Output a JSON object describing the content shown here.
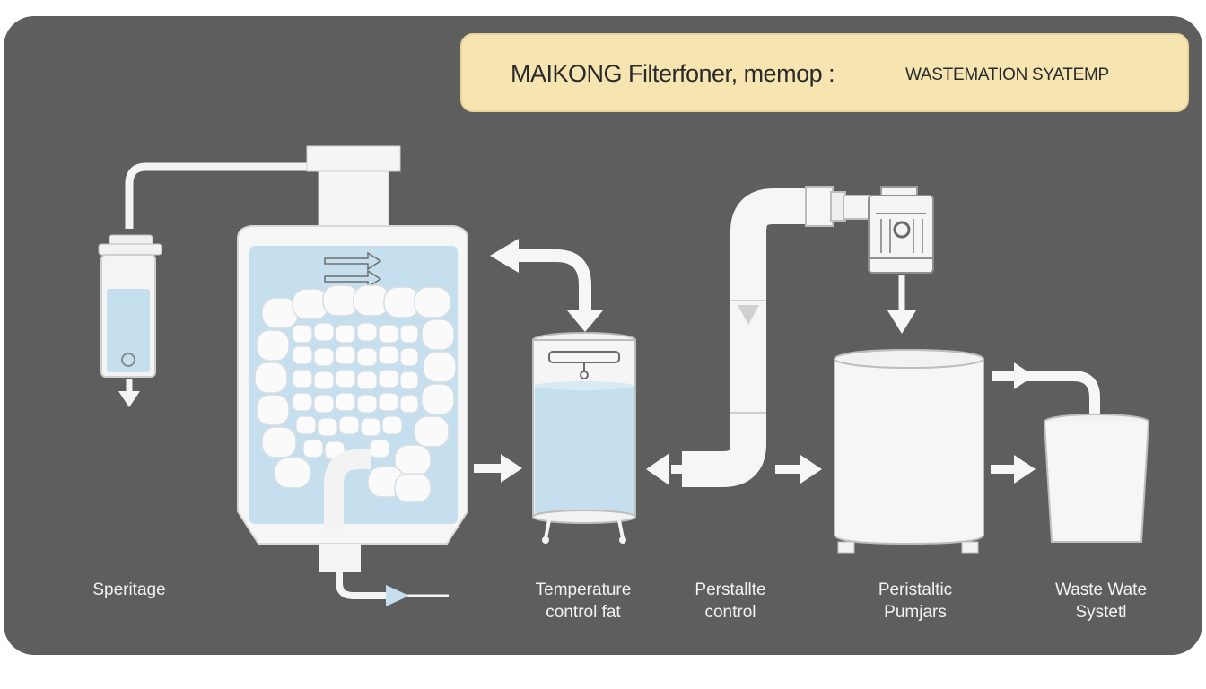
{
  "title": {
    "main": "MAIKONG Filterfoner, memop :",
    "sub": "WASTEMATION SYATEMP"
  },
  "labels": {
    "stage1": "Speritage",
    "stage2_line1": "Temperature",
    "stage2_line2": "control fat",
    "stage3_line1": "Perstallte",
    "stage3_line2": "control",
    "stage4_line1": "Peristaltic",
    "stage4_line2": "Pumjars",
    "stage5_line1": "Waste Wate",
    "stage5_line2": "Systetl"
  },
  "colors": {
    "background": "#5f5e5f",
    "title_fill": "#f6e4b1",
    "component": "#f7f7f7",
    "liquid": "#c6dfee",
    "outline": "#dcdcdc"
  }
}
